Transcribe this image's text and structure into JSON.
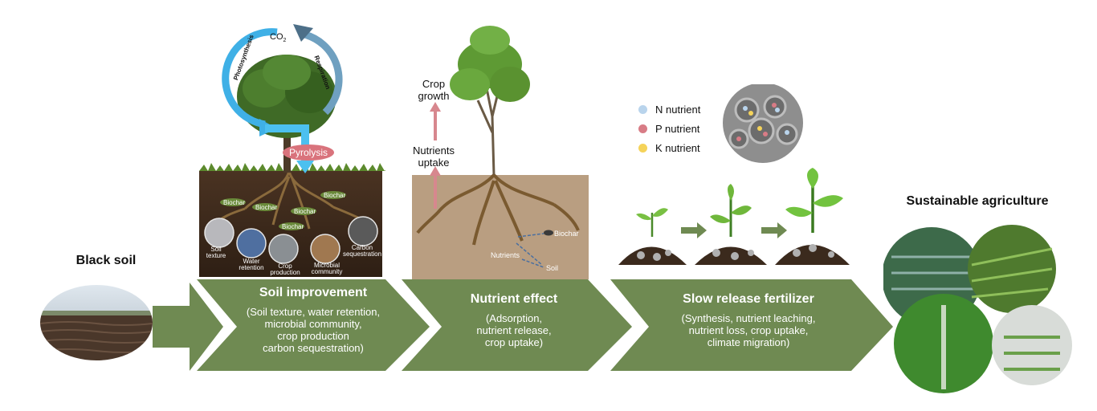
{
  "black_soil": {
    "title": "Black soil"
  },
  "soil_improvement": {
    "cycle_label": "CO",
    "cycle_sub": "2",
    "photosynthesis": "Photosynthesis",
    "respiration": "Respiration",
    "pyrolysis": "Pyrolysis",
    "biochar_tags": [
      "Biochar",
      "Biochar",
      "Biochar",
      "Biochar",
      "Biochar"
    ],
    "circles": [
      {
        "label": "Soil texture"
      },
      {
        "label": "Water retention"
      },
      {
        "label": "Crop production"
      },
      {
        "label": "Microbial community"
      },
      {
        "label": "Carbon sequestration"
      }
    ],
    "title": "Soil improvement",
    "lines": [
      "(Soil texture, water retention,",
      "microbial community,",
      "crop production",
      "carbon sequestration)"
    ]
  },
  "nutrient_effect": {
    "crop_growth": [
      "Crop",
      "growth"
    ],
    "nutrients_uptake": [
      "Nutrients",
      "uptake"
    ],
    "cycle_labels": {
      "biochar": "Biochar",
      "nutrients": "Nutrients",
      "soil": "Soil"
    },
    "title": "Nutrient effect",
    "lines": [
      "(Adsorption,",
      "nutrient release,",
      "crop uptake)"
    ]
  },
  "slow_release": {
    "legend": [
      {
        "label": "N nutrient",
        "color": "#b9d4ec"
      },
      {
        "label": "P nutrient",
        "color": "#d87c86"
      },
      {
        "label": "K nutrient",
        "color": "#f5d35a"
      }
    ],
    "title": "Slow release fertilizer",
    "lines": [
      "(Synthesis, nutrient leaching,",
      "nutrient loss, crop uptake,",
      "climate migration)"
    ]
  },
  "sustainable": {
    "title": "Sustainable agriculture"
  },
  "colors": {
    "banner": "#6f8a52",
    "soil_dark": "#3d2a1c",
    "soil_tan": "#b99e81",
    "cycle_blue": "#3fb0e6"
  }
}
